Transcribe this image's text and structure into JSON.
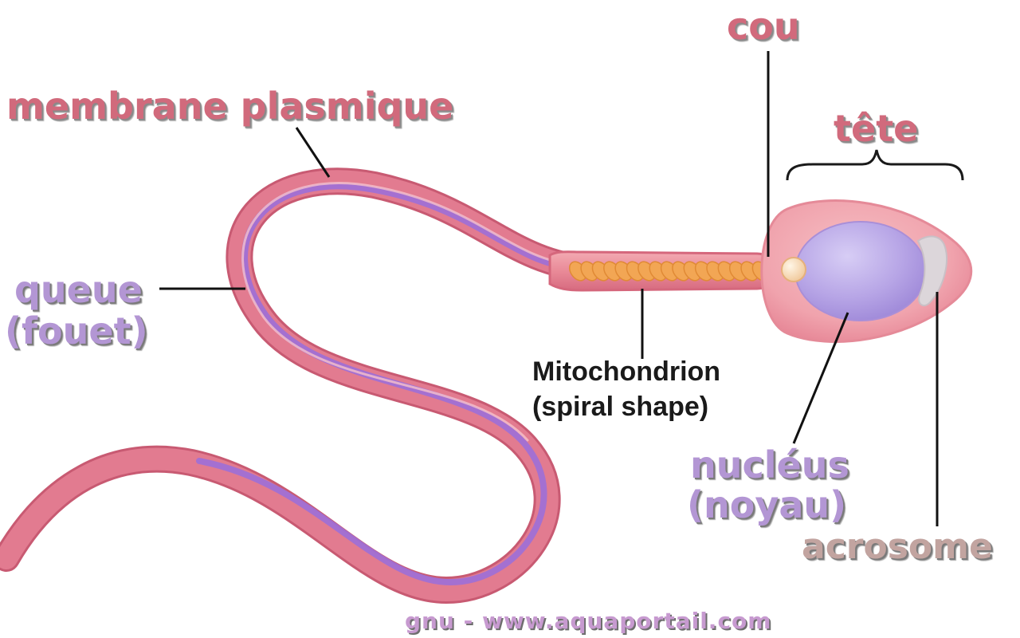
{
  "labels": {
    "cou": "cou",
    "tete": "tête",
    "membrane": "membrane plasmique",
    "queue_line1": "queue",
    "queue_line2": "(fouet)",
    "mito_line1": "Mitochondrion",
    "mito_line2": "(spiral shape)",
    "nucleus_line1": "nucléus",
    "nucleus_line2": "(noyau)",
    "acrosome": "acrosome"
  },
  "credit": "gnu - www.aquaportail.com",
  "colors": {
    "pink_label": "#d16a7c",
    "purple_label": "#b396d4",
    "tail_outer": "#d9607a",
    "tail_inner": "#9a6fd6",
    "head_membrane": "#f2a9b1",
    "nucleus": "#b9a6e8",
    "acrosome": "#d8d4d8",
    "mitochondrion": "#f0a24e"
  }
}
